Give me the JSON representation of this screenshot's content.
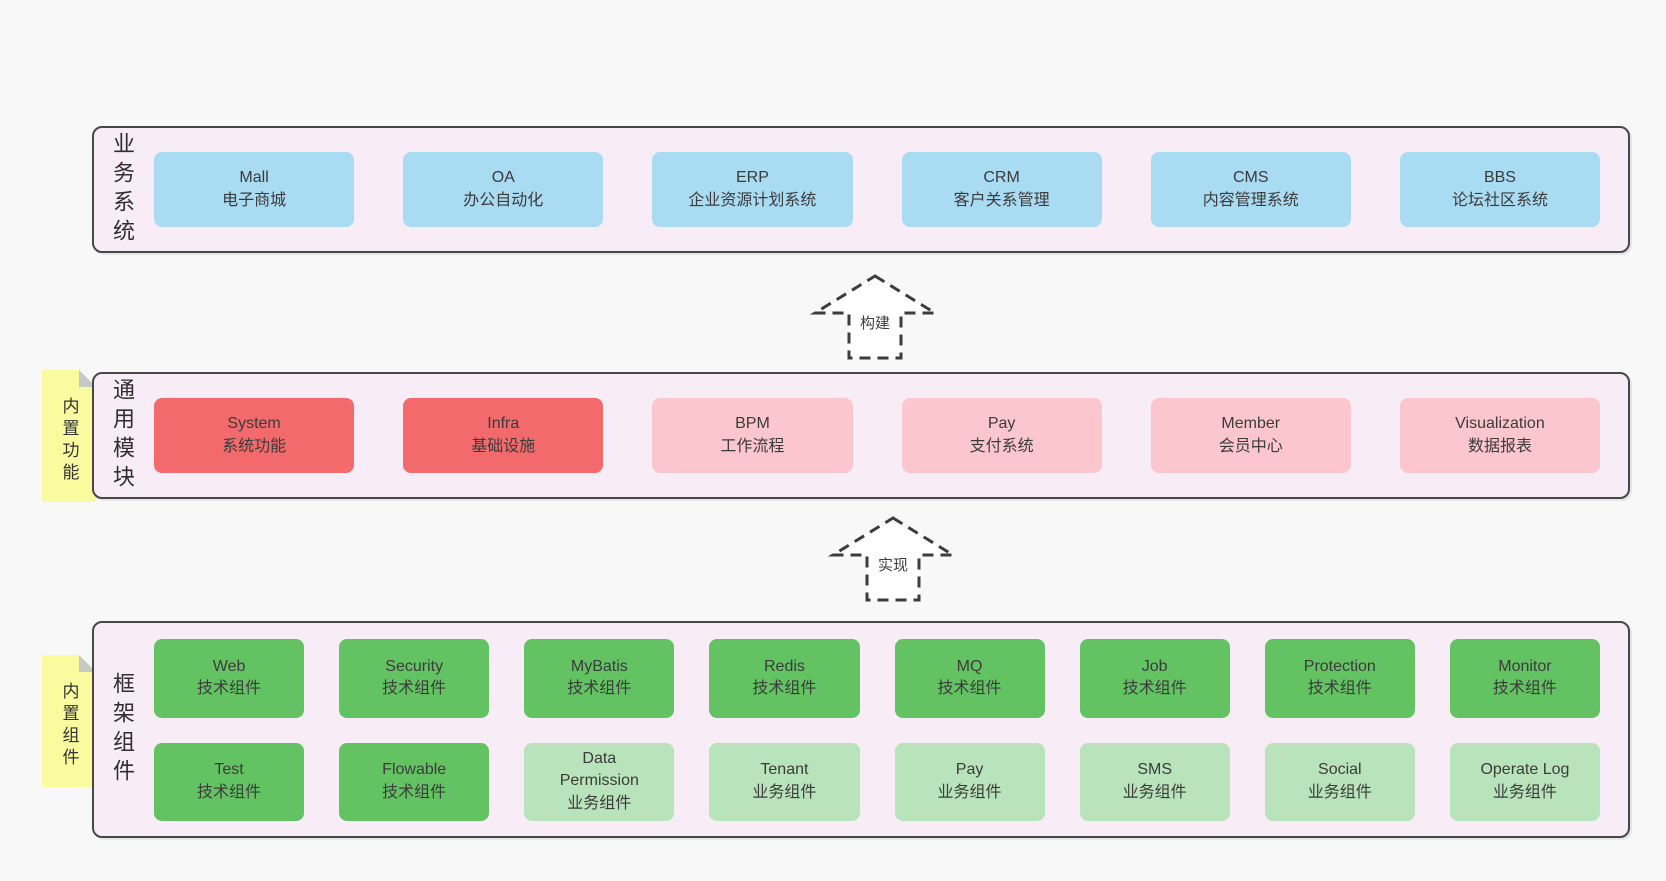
{
  "colors": {
    "page_background": "#f8f8f8",
    "layer_background": "#f8edf6",
    "layer_border": "#474747",
    "business_box": "#a9dbf3",
    "core_module_box": "#f26a6b",
    "optional_module_box": "#fcc6ce",
    "tech_component_box": "#63c363",
    "biz_component_box": "#b9e3bb",
    "note_background": "#fafa9e",
    "note_fold": "#c6c9c6"
  },
  "layers": {
    "business": {
      "label": "业务系统",
      "boxes": [
        {
          "title": "Mall",
          "subtitle": "电子商城"
        },
        {
          "title": "OA",
          "subtitle": "办公自动化"
        },
        {
          "title": "ERP",
          "subtitle": "企业资源计划系统"
        },
        {
          "title": "CRM",
          "subtitle": "客户关系管理"
        },
        {
          "title": "CMS",
          "subtitle": "内容管理系统"
        },
        {
          "title": "BBS",
          "subtitle": "论坛社区系统"
        }
      ]
    },
    "modules": {
      "label": "通用模块",
      "note": "内置功能",
      "boxes": [
        {
          "title": "System",
          "subtitle": "系统功能"
        },
        {
          "title": "Infra",
          "subtitle": "基础设施"
        },
        {
          "title": "BPM",
          "subtitle": "工作流程"
        },
        {
          "title": "Pay",
          "subtitle": "支付系统"
        },
        {
          "title": "Member",
          "subtitle": "会员中心"
        },
        {
          "title": "Visualization",
          "subtitle": "数据报表"
        }
      ]
    },
    "components": {
      "label": "框架组件",
      "note": "内置组件",
      "rows": [
        [
          {
            "title": "Web",
            "subtitle": "技术组件"
          },
          {
            "title": "Security",
            "subtitle": "技术组件"
          },
          {
            "title": "MyBatis",
            "subtitle": "技术组件"
          },
          {
            "title": "Redis",
            "subtitle": "技术组件"
          },
          {
            "title": "MQ",
            "subtitle": "技术组件"
          },
          {
            "title": "Job",
            "subtitle": "技术组件"
          },
          {
            "title": "Protection",
            "subtitle": "技术组件"
          },
          {
            "title": "Monitor",
            "subtitle": "技术组件"
          }
        ],
        [
          {
            "title": "Test",
            "subtitle": "技术组件"
          },
          {
            "title": "Flowable",
            "subtitle": "技术组件"
          },
          {
            "title": "Data Permission",
            "subtitle": "业务组件"
          },
          {
            "title": "Tenant",
            "subtitle": "业务组件"
          },
          {
            "title": "Pay",
            "subtitle": "业务组件"
          },
          {
            "title": "SMS",
            "subtitle": "业务组件"
          },
          {
            "title": "Social",
            "subtitle": "业务组件"
          },
          {
            "title": "Operate Log",
            "subtitle": "业务组件"
          }
        ]
      ]
    }
  },
  "arrows": [
    {
      "label": "构建"
    },
    {
      "label": "实现"
    }
  ]
}
